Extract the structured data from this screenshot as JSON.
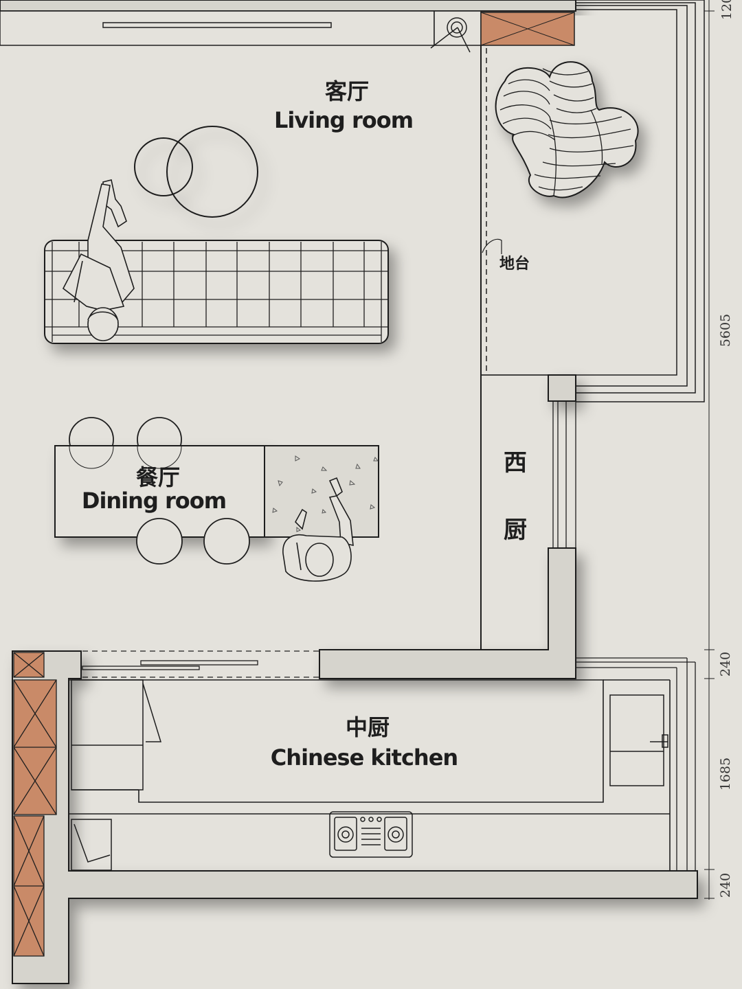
{
  "rooms": {
    "living_cn": "客厅",
    "living_en": "Living room",
    "dining_cn": "餐厅",
    "dining_en": "Dining room",
    "kitchen_cn": "中厨",
    "kitchen_en": "Chinese kitchen",
    "platform": "地台",
    "west_kitchen_1": "西",
    "west_kitchen_2": "厨"
  },
  "dimensions": {
    "top": "120",
    "right_long": "5605",
    "wall_1": "240",
    "kitchen_depth": "1685",
    "wall_2": "240"
  },
  "colors": {
    "paper": "#e4e2dc",
    "wall": "#d6d4cd",
    "line": "#1e1e1e",
    "wood": "#c98a68"
  }
}
